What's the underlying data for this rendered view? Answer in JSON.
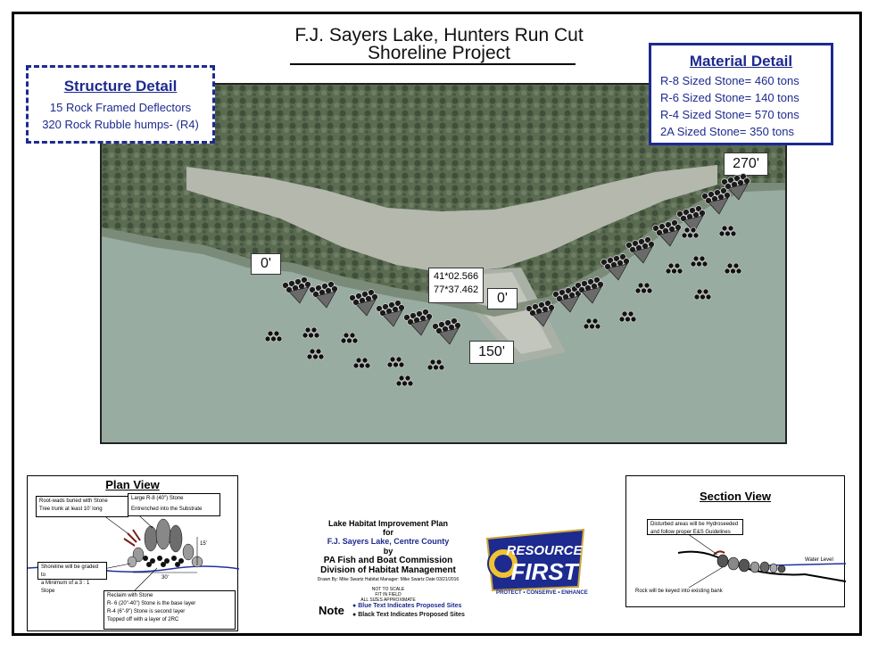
{
  "title": {
    "line1": "F.J. Sayers Lake,  Hunters Run Cut",
    "line2": "Shoreline Project"
  },
  "structure_detail": {
    "heading": "Structure Detail",
    "lines": [
      "15 Rock Framed Deflectors",
      "320 Rock Rubble humps- (R4)"
    ]
  },
  "material_detail": {
    "heading": "Material Detail",
    "lines": [
      "R-8 Sized Stone= 460 tons",
      "R-6 Sized Stone= 140 tons",
      "R-4 Sized Stone=  570 tons",
      "2A Sized Stone= 350 tons"
    ]
  },
  "map_labels": {
    "left_start": "0'",
    "center_start": "0'",
    "mid": "150'",
    "end": "270'",
    "coord_lat": "41*02.566",
    "coord_lon": "77*37.462"
  },
  "plan_view": {
    "title": "Plan View",
    "callout_rootwads": [
      "Root-wads buried with Stone",
      "Tree trunk at least 10' long"
    ],
    "callout_large": [
      "Large R-8 (40\") Stone",
      "Entrenched into the Substrate"
    ],
    "callout_shoreline": [
      "Shoreline will be graded to",
      "a Minimum of a 3 : 1 Slope"
    ],
    "callout_reclaim": [
      "Reclaim with Stone",
      "R- 6 (20\"-40\") Stone is the base layer",
      "R-4 (6\"-9\") Stone is second layer",
      "Topped off with a layer of 2RC"
    ],
    "dim_height": "15'",
    "dim_width": "30'"
  },
  "section_view": {
    "title": "Section View",
    "callout_disturbed": [
      "Disturbed areas will be Hydroseeded",
      "and follow proper E&S Guidelines"
    ],
    "water_level": "Water Level",
    "rock_note": "Rock will be keyed into existing bank"
  },
  "plan_info": {
    "line1": "Lake Habitat Improvement Plan",
    "line2": "for",
    "line3": "F.J. Sayers Lake, Centre County",
    "line4": "by",
    "line5": "PA Fish and Boat Commission",
    "line6": "Division of Habitat Management",
    "credits": "Drawn By: Mike Swartz   Habitat Manager: Mike Swartz  Date 03/21/2016",
    "scale_notes": [
      "NOT TO SCALE",
      "FIT IN FIELD",
      "ALL SIZES APPROXIMATE"
    ],
    "note_word": "Note",
    "legend_blue": "Blue Text Indicates Proposed Sites",
    "legend_black": "Black Text Indicates Proposed Sites"
  },
  "logo": {
    "text1": "RESOURCE",
    "text2": "FIRST",
    "tagline": "PROTECT • CONSERVE • ENHANCE"
  },
  "colors": {
    "accent_blue": "#1d2a8f",
    "water": "#98aca1",
    "vegetation": "#4f6148"
  }
}
